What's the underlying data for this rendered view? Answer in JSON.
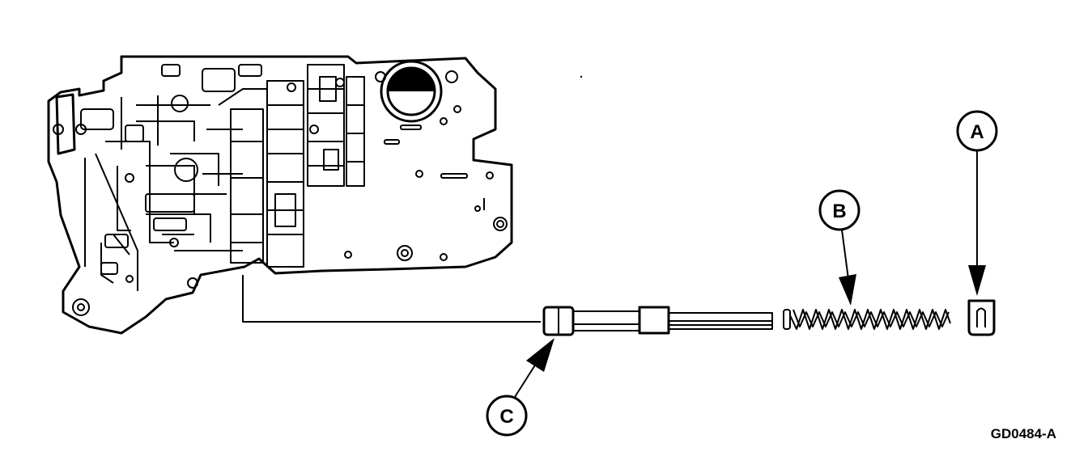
{
  "callouts": {
    "a": "A",
    "b": "B",
    "c": "C"
  },
  "figure_code": "GD0484-A",
  "colors": {
    "ink": "#000000",
    "paper": "#ffffff"
  }
}
